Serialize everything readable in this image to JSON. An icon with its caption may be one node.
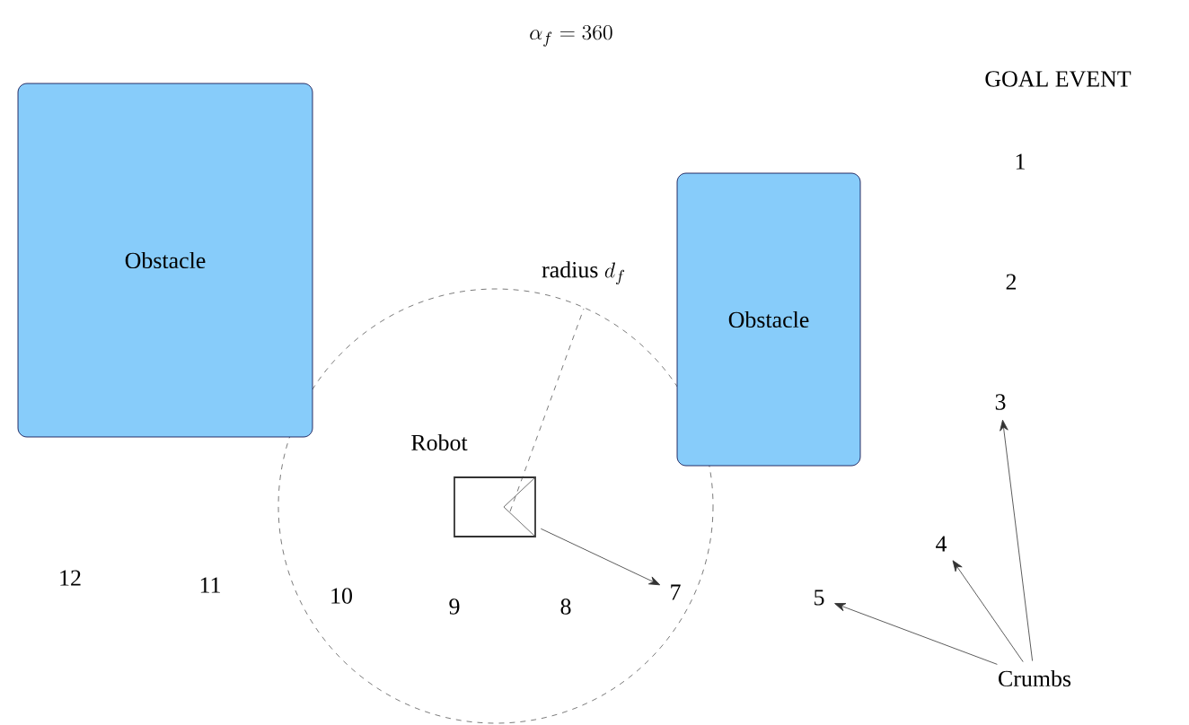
{
  "diagram": {
    "nodes": [
      {
        "text": [
          "Obstacle"
        ]
      },
      {
        "text": [
          "Obstacle"
        ]
      },
      {
        "text": [
          "1"
        ]
      },
      {
        "text": [
          "2"
        ]
      },
      {
        "text": [
          "3"
        ]
      },
      {
        "text": [],
        "shape": "box",
        "beside": [
          "Robot"
        ]
      },
      {
        "text": [
          "4"
        ]
      },
      {
        "text": [
          "5"
        ]
      },
      {
        "text": [
          "12"
        ]
      },
      {
        "text": [
          "11"
        ]
      },
      {
        "text": [
          "10"
        ]
      },
      {
        "text": [
          "9"
        ]
      },
      {
        "text": [
          "8"
        ]
      },
      {
        "text": [
          "7"
        ]
      },
      {
        "text": [
          "Crumbs"
        ]
      }
    ],
    "edges": [
      {
        "from": 5,
        "to": 13,
        "arrow": "to"
      },
      {
        "from": 14,
        "to": 7,
        "arrow": "to"
      },
      {
        "from": 14,
        "to": 6,
        "arrow": "to"
      },
      {
        "from": 14,
        "to": 4,
        "arrow": "to"
      }
    ],
    "labels": [
      "\\alpha_f = 360",
      "GOAL EVENT",
      "\\textrm{radius }d_f"
    ]
  }
}
